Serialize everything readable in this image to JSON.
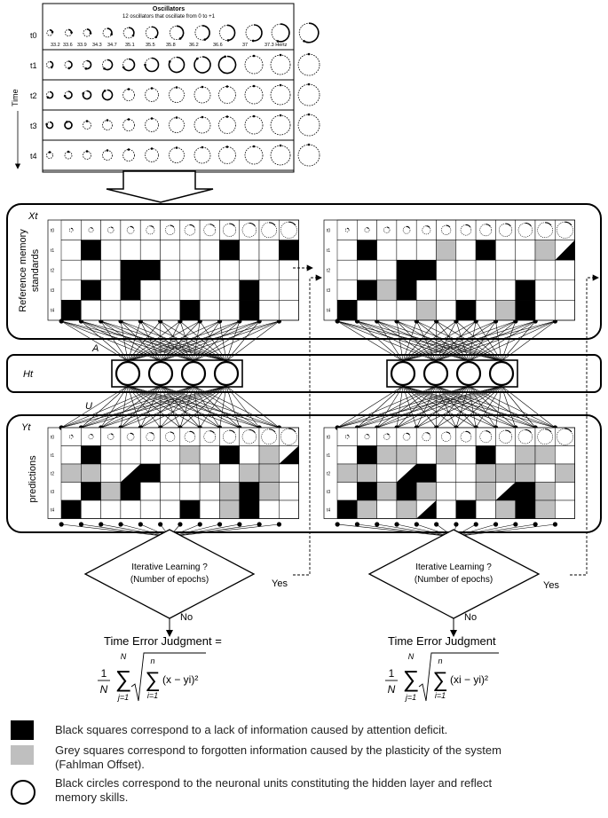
{
  "oscillators": {
    "title": "Oscillators",
    "subtitle": "12 oscillators that oscillate from 0 to +1",
    "time_axis_label": "Time",
    "time_steps": [
      "t0",
      "t1",
      "t2",
      "t3",
      "t4"
    ],
    "frequencies": [
      "33.2",
      "33.6",
      "33.9",
      "34.3",
      "34.7",
      "35.1",
      "35.5",
      "35.8",
      "36.2",
      "36.6",
      "37",
      "37.3 Hertz"
    ]
  },
  "network": {
    "x_label": "Xt",
    "h_label": "Ht",
    "y_label": "Yt",
    "weight_a": "A",
    "weight_u": "U",
    "reference_label_line1": "Reference memory",
    "reference_label_line2": "standards",
    "predictions_label": "predictions",
    "row_labels": [
      "t0",
      "t1",
      "t2",
      "t3",
      "t4"
    ]
  },
  "matrices": {
    "ref_left": [
      [
        0,
        0,
        0,
        0,
        0,
        0,
        0,
        0,
        0,
        0,
        0,
        0
      ],
      [
        0,
        1,
        0,
        0,
        0,
        0,
        0,
        0,
        1,
        0,
        0,
        1
      ],
      [
        0,
        0,
        0,
        1,
        1,
        0,
        0,
        0,
        0,
        0,
        0,
        0
      ],
      [
        0,
        1,
        0,
        1,
        0,
        0,
        0,
        0,
        0,
        1,
        0,
        0
      ],
      [
        1,
        0,
        0,
        0,
        0,
        0,
        1,
        0,
        0,
        1,
        0,
        0
      ]
    ],
    "ref_right": [
      [
        0,
        0,
        0,
        0,
        0,
        0,
        0,
        0,
        0,
        0,
        0,
        0
      ],
      [
        0,
        1,
        0,
        0,
        0,
        2,
        0,
        1,
        0,
        0,
        2,
        4
      ],
      [
        0,
        0,
        0,
        1,
        1,
        0,
        0,
        0,
        0,
        0,
        0,
        0
      ],
      [
        0,
        1,
        2,
        1,
        0,
        0,
        0,
        0,
        0,
        1,
        0,
        0
      ],
      [
        1,
        0,
        0,
        0,
        2,
        0,
        1,
        0,
        2,
        1,
        0,
        0
      ]
    ],
    "pred_left": [
      [
        0,
        0,
        0,
        0,
        0,
        0,
        0,
        0,
        0,
        0,
        0,
        0
      ],
      [
        0,
        1,
        0,
        0,
        0,
        0,
        2,
        0,
        1,
        0,
        2,
        4
      ],
      [
        2,
        2,
        0,
        4,
        1,
        0,
        0,
        2,
        0,
        2,
        2,
        0
      ],
      [
        0,
        1,
        2,
        1,
        0,
        0,
        0,
        0,
        2,
        1,
        2,
        0
      ],
      [
        1,
        0,
        0,
        0,
        0,
        0,
        1,
        0,
        2,
        1,
        0,
        0
      ]
    ],
    "pred_right": [
      [
        0,
        0,
        0,
        0,
        0,
        0,
        0,
        0,
        0,
        0,
        0,
        0
      ],
      [
        0,
        1,
        2,
        2,
        0,
        2,
        0,
        1,
        0,
        2,
        2,
        0
      ],
      [
        2,
        2,
        0,
        4,
        1,
        0,
        0,
        2,
        2,
        2,
        0,
        2
      ],
      [
        0,
        1,
        2,
        1,
        2,
        0,
        0,
        2,
        4,
        1,
        2,
        0
      ],
      [
        1,
        2,
        0,
        2,
        4,
        0,
        1,
        0,
        2,
        1,
        2,
        0
      ]
    ]
  },
  "decision": {
    "line1": "Iterative Learning ?",
    "line2": "(Number of epochs)",
    "yes": "Yes",
    "no": "No"
  },
  "judgment": {
    "left_title": "Time Error Judgment =",
    "right_title": "Time Error Judgment",
    "frac_num": "1",
    "frac_den": "N",
    "outer_upper": "N",
    "outer_lower": "j=1",
    "inner_upper": "n",
    "inner_lower": "i=1",
    "left_term": "(x − yi)²",
    "right_term": "(xi − yi)²",
    "sum_symbol": "∑"
  },
  "legend": {
    "black_squares": "Black squares correspond to a lack of information caused by attention deficit.",
    "grey_squares_line1": "Grey squares correspond to forgotten information caused by the plasticity of the system",
    "grey_squares_line2": "(Fahlman Offset).",
    "black_circles_line1": "Black circles correspond to the neuronal units constituting the hidden layer and reflect",
    "black_circles_line2": "memory skills."
  },
  "colors": {
    "black": "#000000",
    "grey": "#bfbfbf",
    "white": "#ffffff",
    "line": "#000000"
  }
}
